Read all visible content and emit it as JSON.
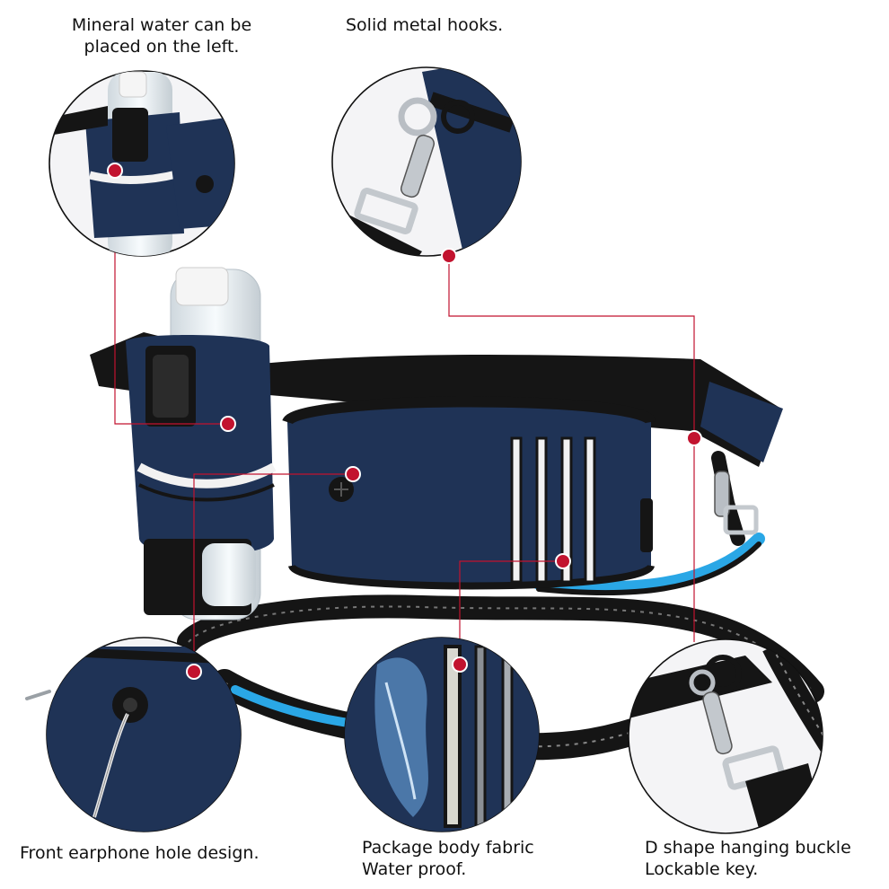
{
  "captions": {
    "mineral_water": "Mineral water can be\nplaced on the left.",
    "metal_hooks": "Solid metal hooks.",
    "earphone_hole": "Front earphone hole design.",
    "body_fabric": "Package body fabric\nWater proof.",
    "d_shape_buckle": "D shape hanging buckle\nLockable key."
  },
  "colors": {
    "bag_navy": "#1f3356",
    "webbing_black": "#151515",
    "reflective_white": "#f2f2f2",
    "accent_blue": "#2aa7e6",
    "callout_red": "#c2132f"
  }
}
